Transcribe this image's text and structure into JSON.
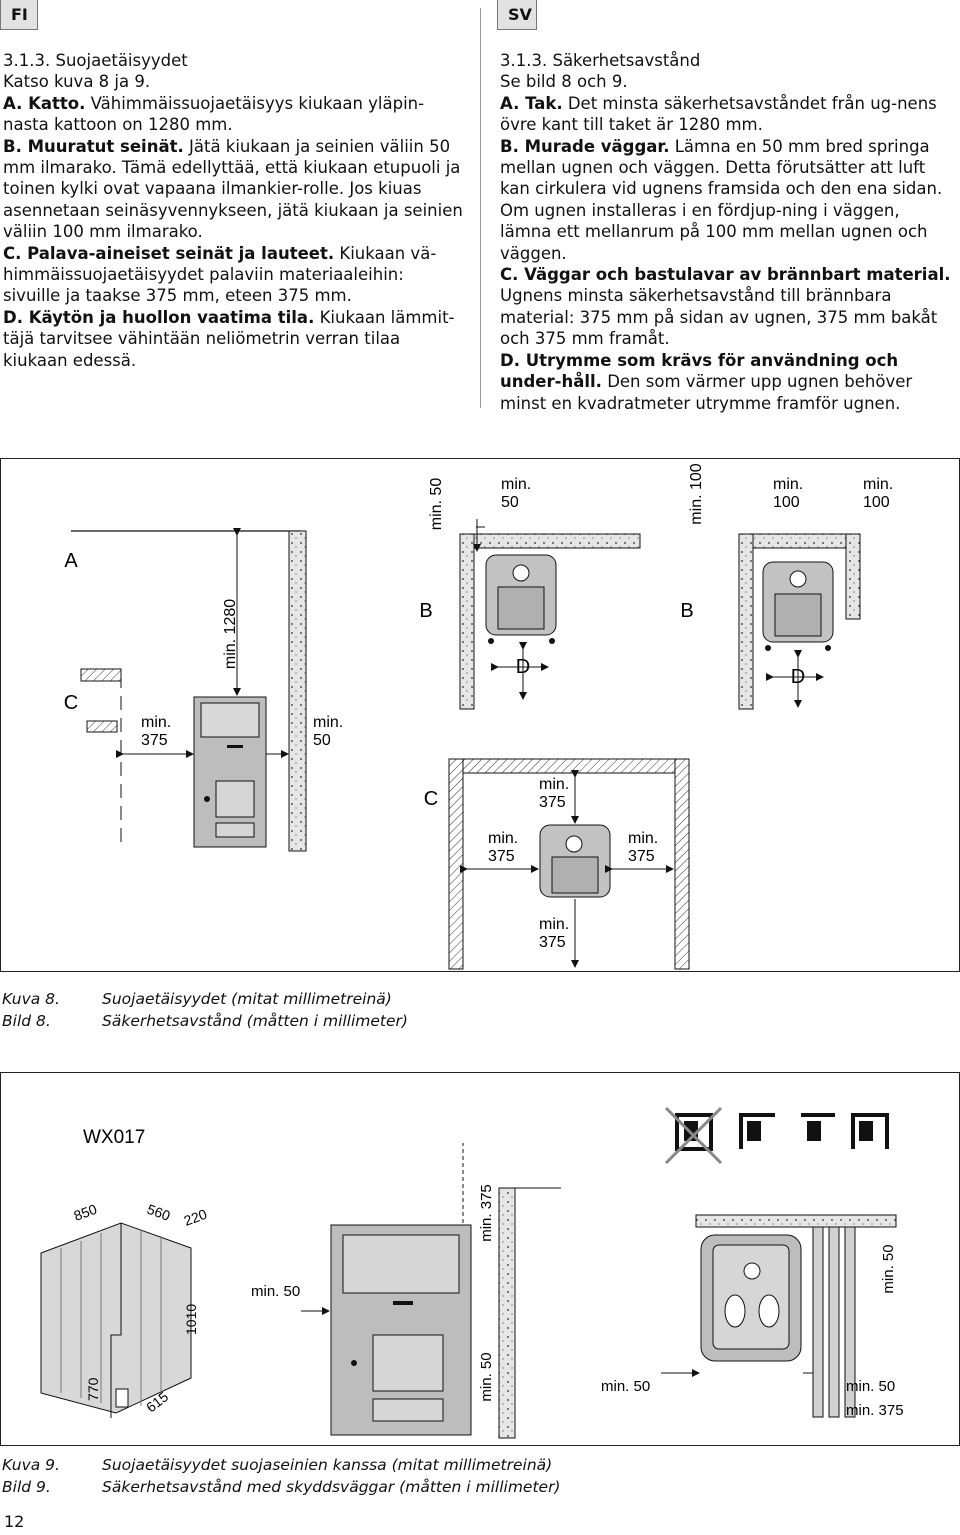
{
  "header": {
    "lang_fi": "FI",
    "lang_sv": "SV"
  },
  "fi": {
    "heading": "3.1.3. Suojaetäisyydet",
    "intro": "Katso kuva 8 ja 9.",
    "a_label": "A. Katto.",
    "a_text": " Vähimmäissuojaetäisyys kiukaan yläpin-nasta kattoon on 1280 mm.",
    "b_label": "B. Muuratut seinät.",
    "b_text": " Jätä kiukaan ja seinien väliin 50 mm ilmarako. Tämä edellyttää, että kiukaan etupuoli ja toinen kylki ovat vapaana ilmankier-rolle. Jos kiuas asennetaan seinäsyvennykseen, jätä kiukaan ja seinien väliin 100 mm ilmarako.",
    "c_label": "C. Palava-aineiset seinät ja lauteet.",
    "c_text": " Kiukaan vä-himmäissuojaetäisyydet palaviin materiaaleihin: sivuille ja taakse 375 mm, eteen 375 mm.",
    "d_label": "D. Käytön ja huollon vaatima tila.",
    "d_text": " Kiukaan lämmit-täjä tarvitsee vähintään neliömetrin verran tilaa kiukaan edessä."
  },
  "sv": {
    "heading": "3.1.3. Säkerhetsavstånd",
    "intro": "Se bild 8 och 9.",
    "a_label": "A. Tak.",
    "a_text": " Det minsta säkerhetsavståndet från ug-nens övre kant till taket är 1280 mm.",
    "b_label": "B. Murade väggar.",
    "b_text": " Lämna en 50 mm bred springa mellan ugnen och väggen. Detta förutsätter att luft kan cirkulera vid ugnens framsida och den ena sidan. Om ugnen installeras i en fördjup-ning i väggen, lämna ett mellanrum på 100 mm mellan ugnen och väggen.",
    "c_label": "C. Väggar och bastulavar av brännbart material.",
    "c_text": " Ugnens minsta säkerhetsavstånd till brännbara material: 375 mm på sidan av ugnen, 375 mm bakåt och 375 mm framåt.",
    "d_label": "D. Utrymme som krävs för användning och under-håll.",
    "d_text": " Den som värmer upp ugnen behöver minst en kvadratmeter utrymme framför ugnen."
  },
  "fig8": {
    "label_a": "A",
    "label_b": "B",
    "label_c": "C",
    "label_d": "D",
    "min_1280": "min. 1280",
    "min_375_left_1": "min.",
    "min_375_left_2": "375",
    "min_50_right_1": "min.",
    "min_50_right_2": "50",
    "plan1_min50_v": "min. 50",
    "plan1_min50_h1": "min.",
    "plan1_min50_h2": "50",
    "plan2_min100_v": "min. 100",
    "plan2_min100_a1": "min.",
    "plan2_min100_a2": "100",
    "plan2_min100_b1": "min.",
    "plan2_min100_b2": "100",
    "plan3_top1": "min.",
    "plan3_top2": "375",
    "plan3_left1": "min.",
    "plan3_left2": "375",
    "plan3_right1": "min.",
    "plan3_right2": "375",
    "plan3_bottom1": "min.",
    "plan3_bottom2": "375"
  },
  "caption8": {
    "fi_key": "Kuva 8.",
    "fi_text": "Suojaetäisyydet (mitat millimetreinä)",
    "sv_key": "Bild 8.",
    "sv_text": "Säkerhetsavstånd (måtten i millimeter)"
  },
  "fig9": {
    "model": "WX017",
    "dim_850": "850",
    "dim_560": "560",
    "dim_220": "220",
    "dim_1010": "1010",
    "dim_770": "770",
    "dim_615": "615",
    "min_50_left": "min. 50",
    "min_375_top": "min. 375",
    "min_50_bottom": "min. 50",
    "plan_min50_left": "min. 50",
    "plan_min50_right": "min. 50",
    "plan_min375": "min. 375",
    "plan_min50_v": "min. 50"
  },
  "caption9": {
    "fi_key": "Kuva 9.",
    "fi_text": "Suojaetäisyydet suojaseinien kanssa (mitat millimetreinä)",
    "sv_key": "Bild 9.",
    "sv_text": "Säkerhetsavstånd med skyddsväggar (måtten i millimeter)"
  },
  "footer": {
    "page_number": "12"
  }
}
